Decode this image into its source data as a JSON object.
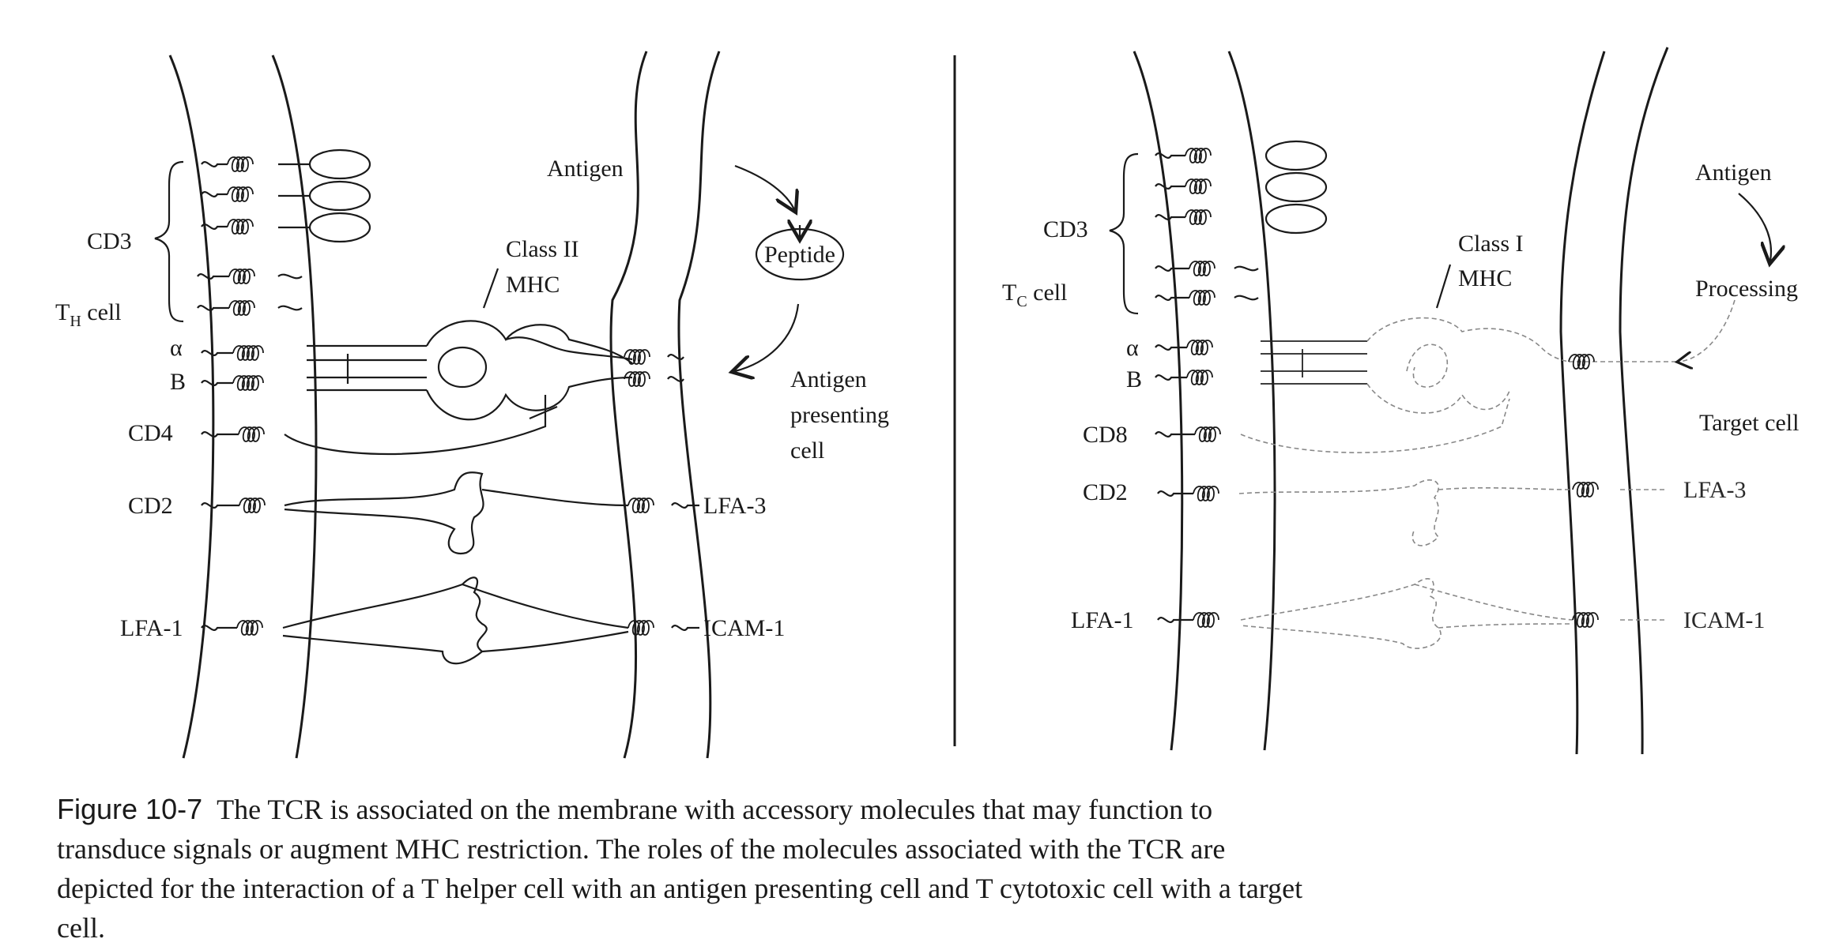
{
  "left_panel": {
    "cd3": "CD3",
    "cell_main": "T",
    "cell_sub": "H",
    "cell_suffix": " cell",
    "alpha": "α",
    "beta": "B",
    "cd4": "CD4",
    "cd2": "CD2",
    "lfa1": "LFA-1",
    "antigen": "Antigen",
    "peptide": "Peptide",
    "mhc_class": "Class II",
    "mhc": "MHC",
    "apc_line1": "Antigen",
    "apc_line2": "presenting",
    "apc_line3": "cell",
    "lfa3": "LFA-3",
    "icam1": "ICAM-1"
  },
  "right_panel": {
    "cd3": "CD3",
    "cell_main": "T",
    "cell_sub": "C",
    "cell_suffix": " cell",
    "alpha": "α",
    "beta": "B",
    "cd8": "CD8",
    "cd2": "CD2",
    "lfa1": "LFA-1",
    "mhc_class": "Class I",
    "mhc": "MHC",
    "antigen": "Antigen",
    "processing": "Processing",
    "target": "Target cell",
    "lfa3": "LFA-3",
    "icam1": "ICAM-1"
  },
  "caption": {
    "label": "Figure 10-7",
    "text": "The TCR is associated on the membrane with accessory molecules that may function to transduce signals or augment MHC restriction. The roles of the molecules associated with the TCR are depicted for the interaction of a T helper cell with an antigen presenting cell and T cytotoxic cell with a target cell."
  }
}
